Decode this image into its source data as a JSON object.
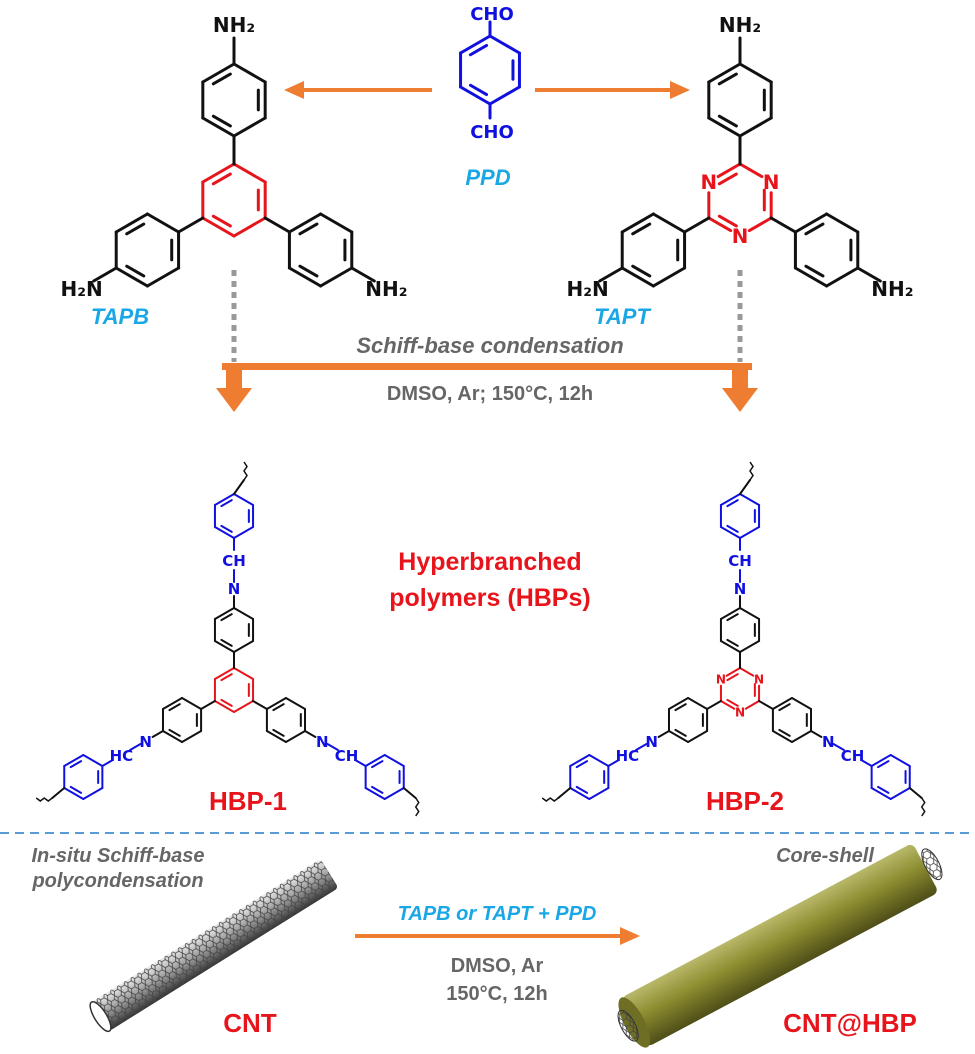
{
  "monomers": {
    "tapb": {
      "label": "TAPB",
      "nh2": "NH2"
    },
    "ppd": {
      "label": "PPD",
      "cho": "CHO"
    },
    "tapt": {
      "label": "TAPT",
      "nitrogen": "N"
    }
  },
  "reaction1": {
    "title": "Schiff-base condensation",
    "conditions": "DMSO, Ar; 150°C, 12h"
  },
  "polymers": {
    "heading_line1": "Hyperbranched",
    "heading_line2": "polymers (HBPs)",
    "hbp1": "HBP-1",
    "hbp2": "HBP-2",
    "imine_ch": "CH",
    "imine_hc": "HC",
    "imine_n": "N"
  },
  "bottom": {
    "method_line1": "In-situ Schiff-base",
    "method_line2": "polycondensation",
    "cnt_label": "CNT",
    "reagents": "TAPB or TAPT + PPD",
    "conditions_line1": "DMSO, Ar",
    "conditions_line2": "150°C, 12h",
    "product_type": "Core-shell",
    "product_label": "CNT@HBP"
  },
  "colors": {
    "red": "#e8141c",
    "blue": "#1010e0",
    "cyan": "#1aa7e6",
    "orange": "#ee7d31",
    "gray": "#666666",
    "olive": "#8a8a2a"
  }
}
